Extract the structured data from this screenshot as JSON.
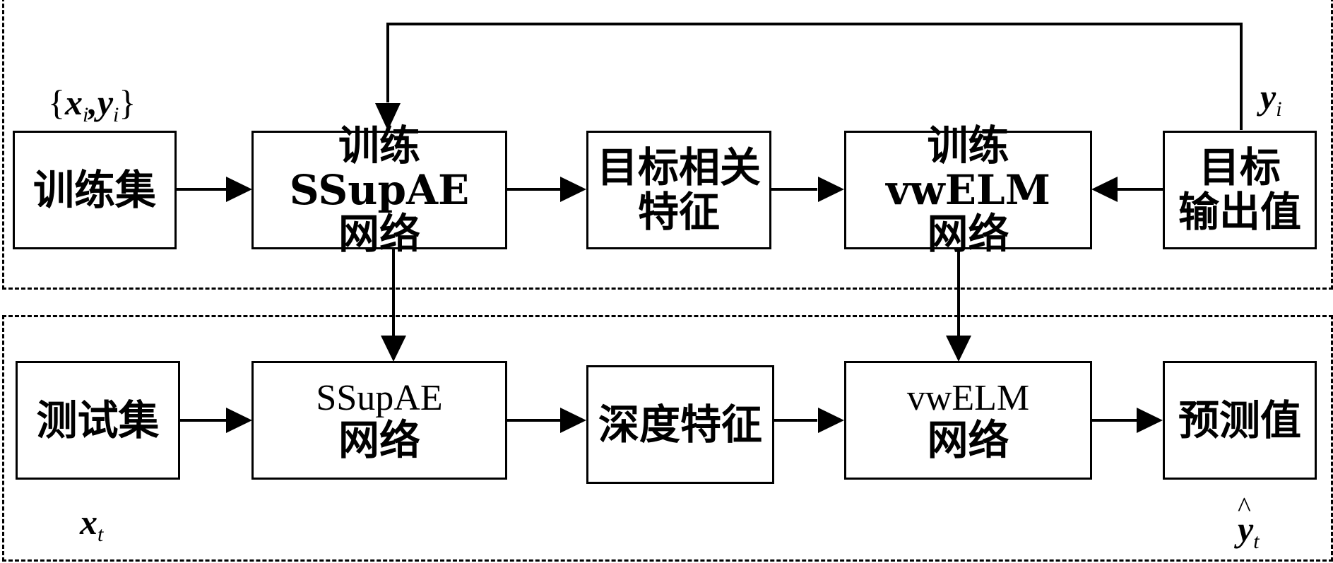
{
  "training": {
    "input_label_x": "x",
    "input_label_y": "y",
    "input_label_sub": "i",
    "feedback_label": "y",
    "feedback_label_sub": "i",
    "boxes": {
      "train_set": [
        "训练集"
      ],
      "train_ssupae": [
        "训练SSupAE",
        "网络"
      ],
      "target_features": [
        "目标相关",
        "特征"
      ],
      "train_vwelm": [
        "训练vwELM",
        "网络"
      ],
      "target_output": [
        "目标",
        "输出值"
      ]
    }
  },
  "testing": {
    "input_label": "x",
    "input_label_sub": "t",
    "output_label": "y",
    "output_label_sub": "t",
    "boxes": {
      "test_set": [
        "测试集"
      ],
      "ssupae": [
        "SSupAE",
        "网络"
      ],
      "deep_features": [
        "深度特征"
      ],
      "vwelm": [
        "vwELM",
        "网络"
      ],
      "prediction": [
        "预测值"
      ]
    }
  }
}
